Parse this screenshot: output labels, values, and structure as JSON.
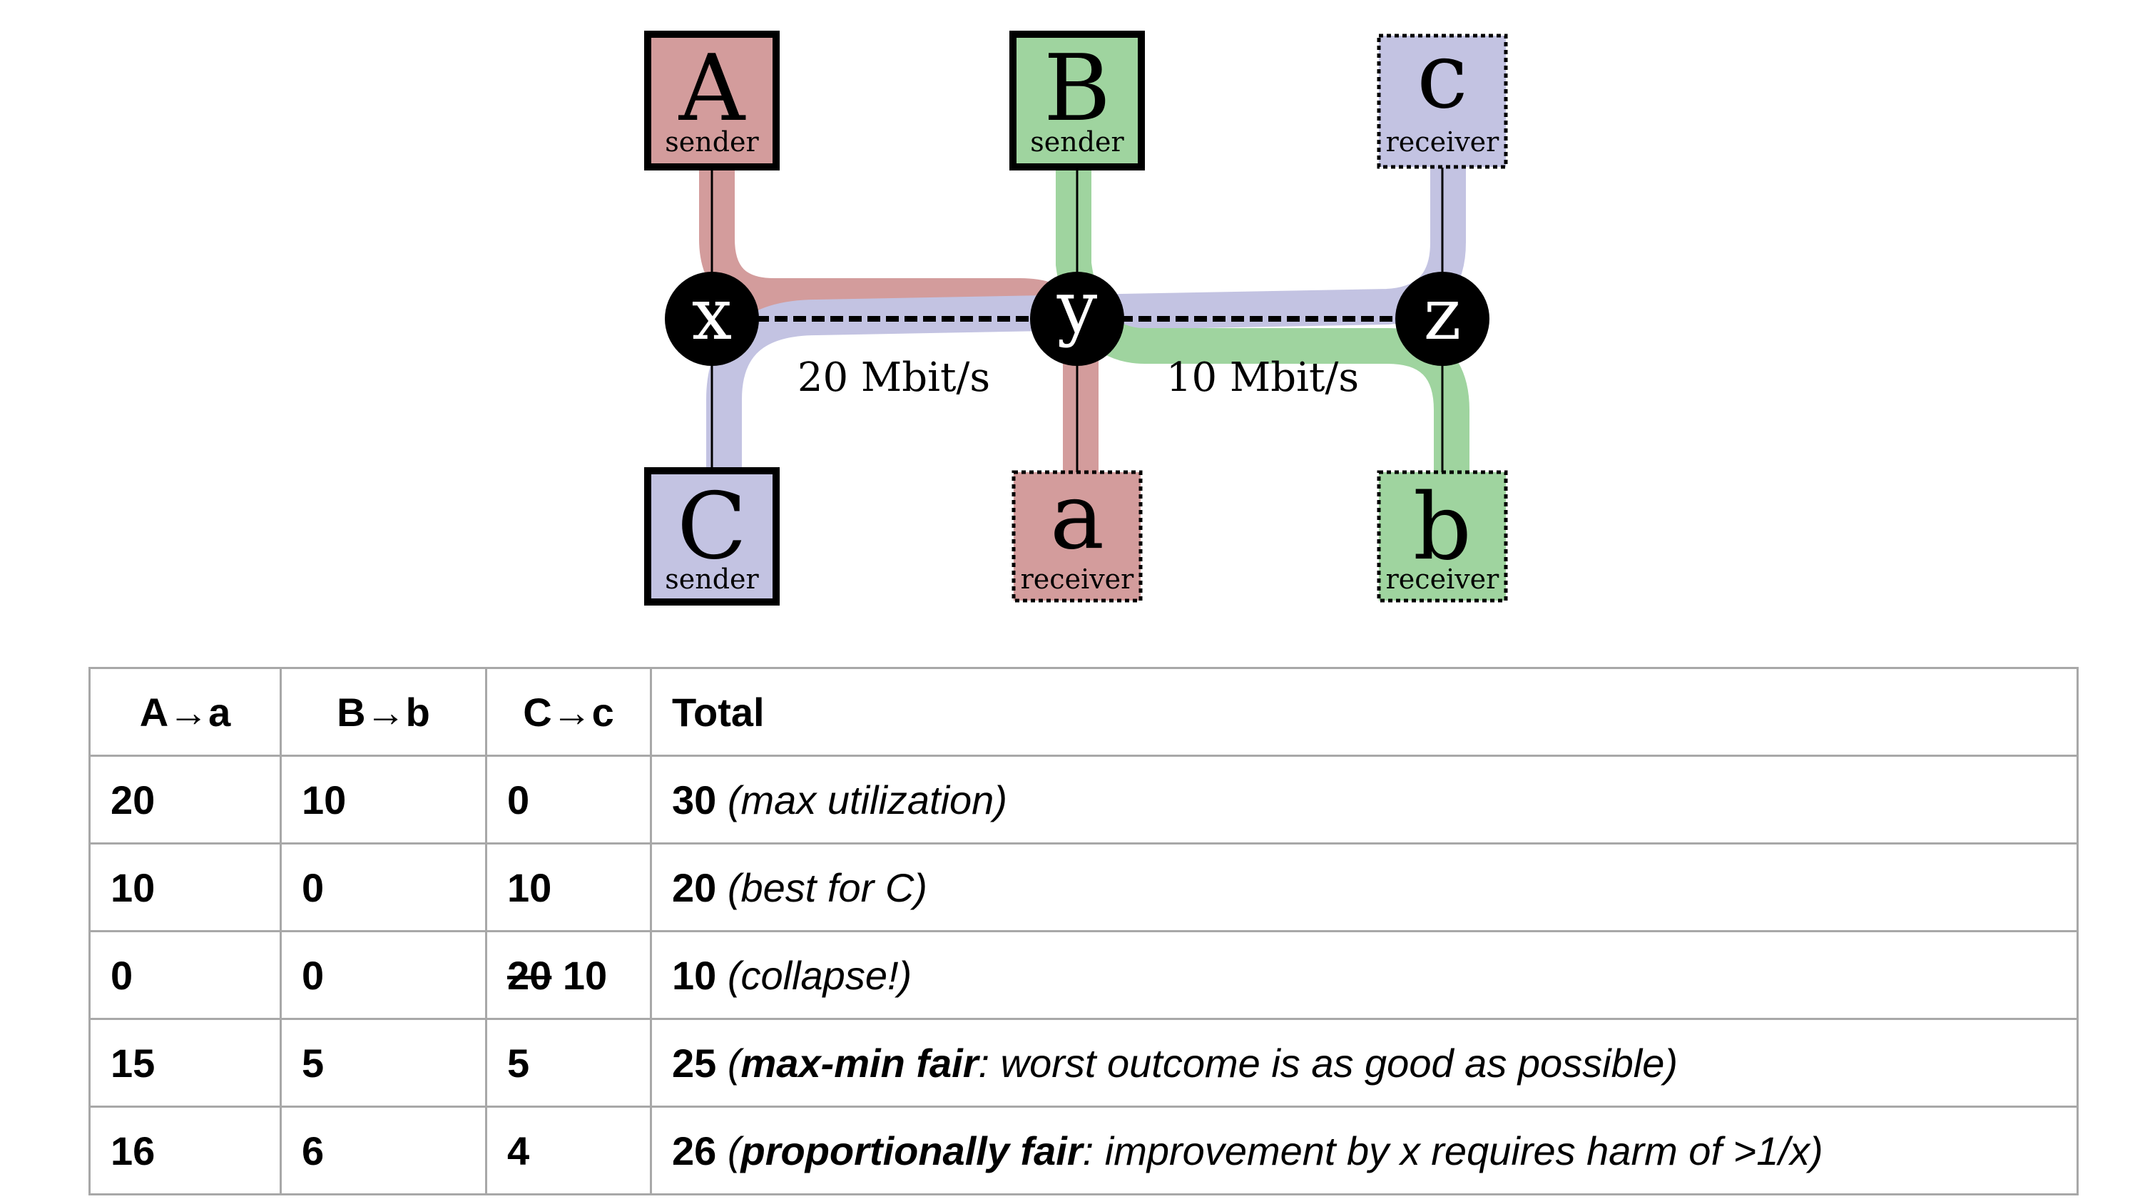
{
  "diagram": {
    "nodes": {
      "A": {
        "letter": "A",
        "role": "sender"
      },
      "B": {
        "letter": "B",
        "role": "sender"
      },
      "C": {
        "letter": "C",
        "role": "sender"
      },
      "a": {
        "letter": "a",
        "role": "receiver"
      },
      "b": {
        "letter": "b",
        "role": "receiver"
      },
      "c": {
        "letter": "c",
        "role": "receiver"
      },
      "x": {
        "letter": "x"
      },
      "y": {
        "letter": "y"
      },
      "z": {
        "letter": "z"
      }
    },
    "links": {
      "xy": "20 Mbit/s",
      "yz": "10 Mbit/s"
    },
    "colors": {
      "red": "#d39c9c",
      "green": "#9fd49f",
      "blue": "#c3c3e2"
    }
  },
  "table": {
    "headers": [
      "A→a",
      "B→b",
      "C→c",
      "Total"
    ],
    "rows": [
      {
        "a": "20",
        "b": "10",
        "c": "0",
        "c_struck": "",
        "total": "30",
        "note_open": "(max utilization)",
        "note_bold": "",
        "note_rest": ""
      },
      {
        "a": "10",
        "b": "0",
        "c": "10",
        "c_struck": "",
        "total": "20",
        "note_open": "(best for C)",
        "note_bold": "",
        "note_rest": ""
      },
      {
        "a": "0",
        "b": "0",
        "c": "10",
        "c_struck": "20",
        "total": "10",
        "note_open": "(collapse!)",
        "note_bold": "",
        "note_rest": ""
      },
      {
        "a": "15",
        "b": "5",
        "c": "5",
        "c_struck": "",
        "total": "25",
        "note_open": "(",
        "note_bold": "max-min fair",
        "note_rest": ": worst outcome is as good as possible)"
      },
      {
        "a": "16",
        "b": "6",
        "c": "4",
        "c_struck": "",
        "total": "26",
        "note_open": "(",
        "note_bold": "proportionally fair",
        "note_rest": ": improvement by x requires harm of >1/x)"
      }
    ]
  }
}
